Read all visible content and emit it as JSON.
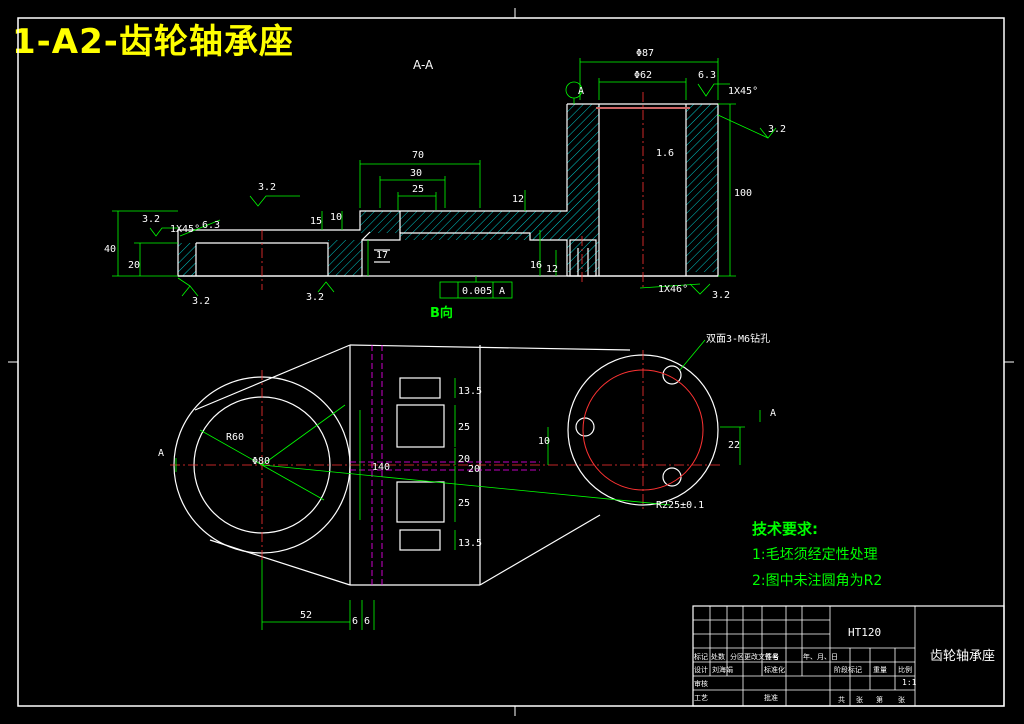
{
  "drawing_title": "1-A2-齿轮轴承座",
  "section_label": "A-A",
  "view_label": "B向",
  "callout_holes": "双面3-M6钻孔",
  "callout_radius": "R225±0.1",
  "requirements": {
    "heading": "技术要求:",
    "items": [
      "1:毛坯须经定性处理",
      "2:图中未注圆角为R2"
    ]
  },
  "section_dims": {
    "d87": "Φ87",
    "d62": "Φ62",
    "d63": "6.3",
    "chamfer_top": "1X45°",
    "r32a": "3.2",
    "r32b": "3.2",
    "r32c": "3.2",
    "r32d": "3.2",
    "r32e": "3.2",
    "r32f": "3.2",
    "r63b": "6.3",
    "r16": "1.6",
    "d100": "100",
    "d70": "70",
    "d30": "30",
    "d25": "25",
    "d15": "15",
    "d10": "10",
    "d12a": "12",
    "d17": "17",
    "d16": "16",
    "d12b": "12",
    "h40": "40",
    "h20": "20",
    "chamfer_left": "1X45°",
    "chamfer_bot": "1X46°",
    "tol": "0.005",
    "datum_b": "A",
    "datum_a": "A"
  },
  "plan_dims": {
    "r60": "R60",
    "d80": "Φ80",
    "a_left": "A",
    "a_right": "A",
    "d135a": "13.5",
    "d25a": "25",
    "d20a": "20",
    "d20b": "20",
    "d25b": "25",
    "d135b": "13.5",
    "d140": "140",
    "d10": "10",
    "d22": "22",
    "d52": "52",
    "d6a": "6",
    "d6b": "6"
  },
  "title_block": {
    "material": "HT120",
    "part_name": "齿轮轴承座",
    "scale": "1:1",
    "row_headers": [
      "标记",
      "处数",
      "分区",
      "更改文件号",
      "签名",
      "年、月、日"
    ],
    "design_row": [
      "设计",
      "刘海娟",
      "标准化"
    ],
    "stage_headers": [
      "阶段标记",
      "重量",
      "比例"
    ],
    "bottom_row": [
      "共",
      "张",
      "第",
      "张"
    ],
    "review": "审核",
    "process": "工艺",
    "approve": "批准"
  },
  "colors": {
    "outline": "#ffffff",
    "dimension": "#00ff00",
    "center": "#ff3333",
    "hatch": "#00cccc",
    "hidden": "#ff00ff",
    "title": "#ffff00"
  }
}
